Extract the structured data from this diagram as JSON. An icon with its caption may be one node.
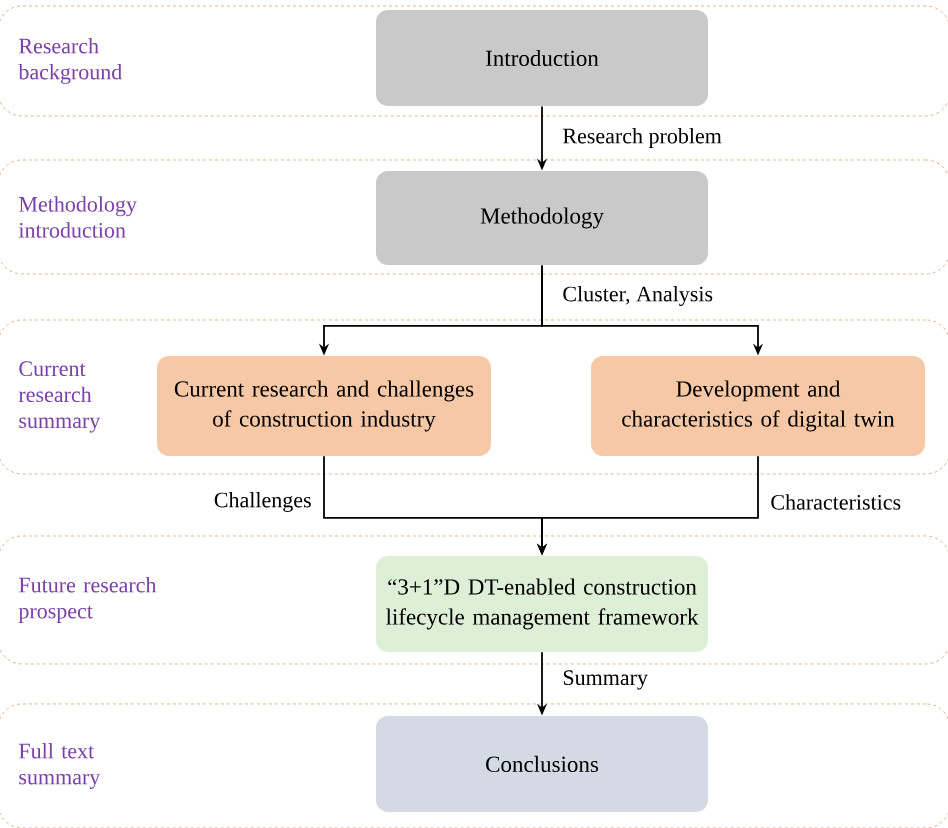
{
  "diagram": {
    "nodes": [
      {
        "text": [
          "Research background"
        ]
      },
      {
        "text": [
          "Introduction"
        ],
        "in": 0
      },
      {
        "text": [
          "Methodology introduction"
        ]
      },
      {
        "text": [
          "Methodology"
        ],
        "in": 2
      },
      {
        "text": [
          "Current research summary"
        ]
      },
      {
        "text": [
          "Current research and challenges of construction industry"
        ],
        "in": 4
      },
      {
        "text": [
          "Development and characteristics of digital twin"
        ],
        "in": 4
      },
      {
        "text": [
          "Future research prospect"
        ]
      },
      {
        "text": [
          "“3+1”D DT-enabled construction lifecycle management framework"
        ],
        "in": 7
      },
      {
        "text": [
          "Full text summary"
        ]
      },
      {
        "text": [
          "Conclusions"
        ],
        "in": 9
      }
    ],
    "edges": [
      {
        "from": 1,
        "to": 3,
        "arrow": "to",
        "label": "Research problem"
      },
      {
        "from": 3,
        "to": 5,
        "arrow": "to",
        "label": "Cluster, Analysis"
      },
      {
        "from": 3,
        "to": 6,
        "arrow": "to"
      },
      {
        "from": 5,
        "to": 8,
        "arrow": "to",
        "label": "Challenges"
      },
      {
        "from": 6,
        "to": 8,
        "arrow": "to",
        "label": "Characteristics"
      },
      {
        "from": 8,
        "to": 10,
        "arrow": "to",
        "label": "Summary"
      }
    ]
  }
}
